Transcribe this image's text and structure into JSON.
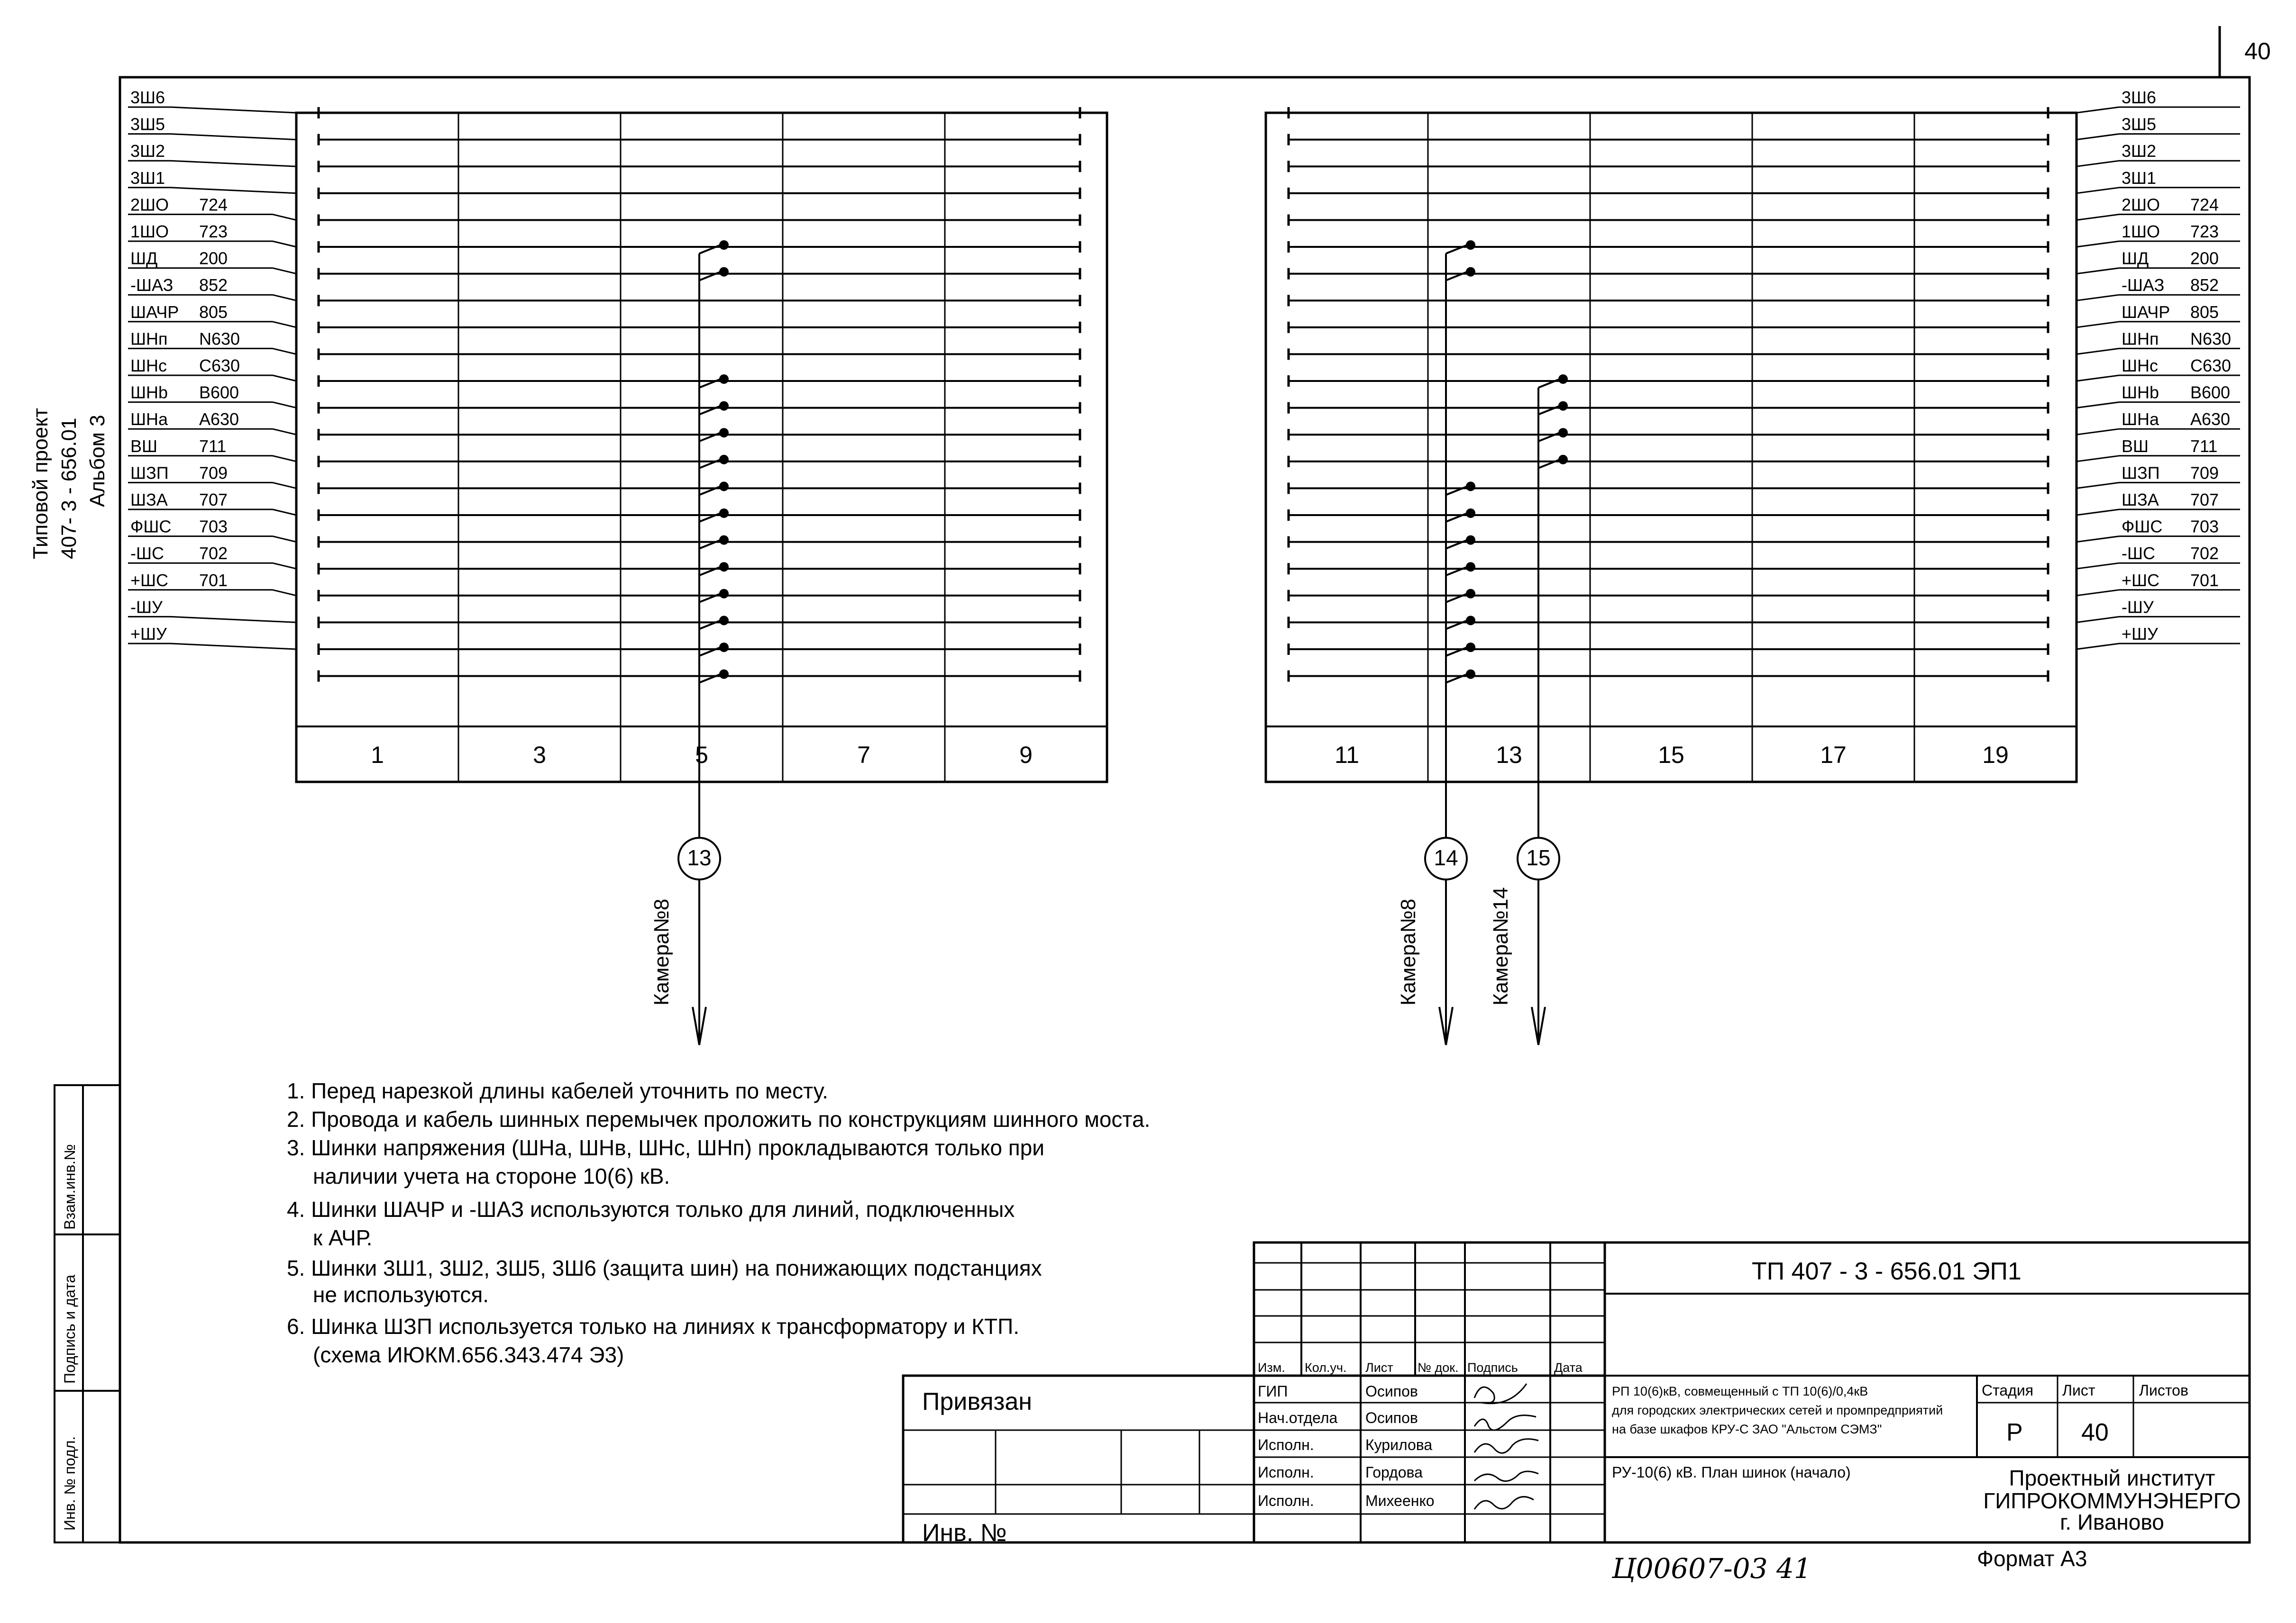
{
  "sheet_corner": "40",
  "side_stamp": {
    "line1": "Типовой проект",
    "line2": "407- 3 - 656.01",
    "line3": "Альбом 3"
  },
  "left_margin_fields": [
    "Взам.инв.№",
    "Подпись и дата",
    "Инв. № подл."
  ],
  "bus_labels": [
    {
      "name": "3Ш6",
      "code": ""
    },
    {
      "name": "3Ш5",
      "code": ""
    },
    {
      "name": "3Ш2",
      "code": ""
    },
    {
      "name": "3Ш1",
      "code": ""
    },
    {
      "name": "2ШО",
      "code": "724"
    },
    {
      "name": "1ШО",
      "code": "723"
    },
    {
      "name": "ШД",
      "code": "200"
    },
    {
      "name": "-ШАЗ",
      "code": "852"
    },
    {
      "name": "ШАЧР",
      "code": "805"
    },
    {
      "name": "ШНп",
      "code": "N630"
    },
    {
      "name": "ШНс",
      "code": "C630"
    },
    {
      "name": "ШНb",
      "code": "B600"
    },
    {
      "name": "ШНа",
      "code": "A630"
    },
    {
      "name": "ВШ",
      "code": "711"
    },
    {
      "name": "ШЗП",
      "code": "709"
    },
    {
      "name": "ШЗА",
      "code": "707"
    },
    {
      "name": "ФШС",
      "code": "703"
    },
    {
      "name": "-ШС",
      "code": "702"
    },
    {
      "name": "+ШС",
      "code": "701"
    },
    {
      "name": "-ШУ",
      "code": ""
    },
    {
      "name": "+ШУ",
      "code": ""
    }
  ],
  "left_panels": [
    "1",
    "3",
    "5",
    "7",
    "9"
  ],
  "right_panels": [
    "11",
    "13",
    "15",
    "17",
    "19"
  ],
  "cables": [
    {
      "number": "13",
      "destination": "Камера№8"
    },
    {
      "number": "14",
      "destination": "Камера№8"
    },
    {
      "number": "15",
      "destination": "Камера№14"
    }
  ],
  "notes": [
    [
      "1. Перед нарезкой длины кабелей уточнить по месту."
    ],
    [
      "2. Провода и кабель шинных перемычек проложить по конструкциям шинного моста."
    ],
    [
      "3. Шинки напряжения (ШНа, ШНв, ШНс, ШНп) прокладываются только при",
      "наличии учета на стороне 10(6) кВ."
    ],
    [
      "4. Шинки ШАЧР и -ШАЗ используются только для линий, подключенных",
      "к АЧР."
    ],
    [
      "5. Шинки 3Ш1, 3Ш2, 3Ш5, 3Ш6 (защита шин) на понижающих подстанциях",
      "не используются."
    ],
    [
      "6. Шинка ШЗП используется только на линиях к трансформатору и КТП.",
      "(схема ИЮКМ.656.343.474 Э3)"
    ]
  ],
  "title_block": {
    "doc_code": "ТП  407 - 3 - 656.01     ЭП1",
    "headers": [
      "Изм.",
      "Кол.уч.",
      "Лист",
      "№ док.",
      "Подпись",
      "Дата"
    ],
    "people": [
      {
        "role": "ГИП",
        "name": "Осипов"
      },
      {
        "role": "Нач.отдела",
        "name": "Осипов"
      },
      {
        "role": "Исполн.",
        "name": "Курилова"
      },
      {
        "role": "Исполн.",
        "name": "Гордова"
      },
      {
        "role": "Исполн.",
        "name": "Михеенко"
      }
    ],
    "object_title": [
      "РП 10(6)кВ, совмещенный с ТП 10(6)/0,4кВ",
      "для городских электрических сетей и промпредприятий",
      "на базе шкафов КРУ-С ЗАО \"Альстом СЭМЗ\""
    ],
    "sheet_title": "РУ-10(6) кВ. План шинок (начало)",
    "stage_label": "Стадия",
    "sheet_label": "Лист",
    "sheets_label": "Листов",
    "stage": "Р",
    "sheet": "40",
    "org": [
      "Проектный институт",
      "ГИПРОКОММУНЭНЕРГО",
      "г. Иваново"
    ],
    "bound_label": "Привязан",
    "inv_label": "Инв. №",
    "format": "Формат А3",
    "handwritten": "Ц00607-03    41"
  }
}
